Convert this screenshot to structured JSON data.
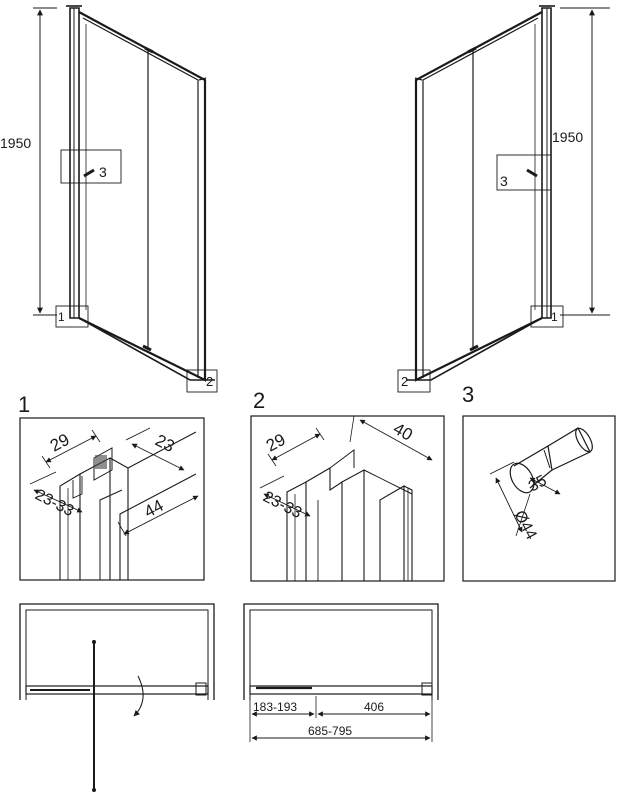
{
  "front_views": {
    "left": {
      "height_label": "1950",
      "callouts": [
        "1",
        "2",
        "3"
      ]
    },
    "right": {
      "height_label": "1950",
      "callouts": [
        "1",
        "2",
        "3"
      ]
    }
  },
  "detail_panels": [
    {
      "number": "1",
      "dims": [
        "29",
        "23",
        "23-33",
        "44"
      ]
    },
    {
      "number": "2",
      "dims": [
        "29",
        "40",
        "23-33"
      ]
    },
    {
      "number": "3",
      "dims": [
        "35",
        "Ø44"
      ]
    }
  ],
  "plan_views": {
    "right": {
      "dims": [
        "183-193",
        "406",
        "685-795"
      ]
    }
  }
}
